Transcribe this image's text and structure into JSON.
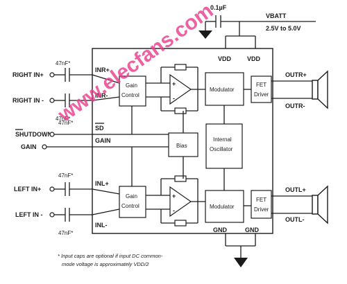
{
  "power": {
    "cap_label": "0.1µF",
    "vbatt_label": "VBATT",
    "vbatt_range": "2.5V to 5.0V",
    "vdd_left": "VDD",
    "vdd_right": "VDD",
    "gnd_left": "GND",
    "gnd_right": "GND"
  },
  "inputs": {
    "right_in_plus": "RIGHT IN+",
    "right_in_minus": "RIGHT IN -",
    "shutdown": "SHUTDOWN",
    "gain": "GAIN",
    "left_in_plus": "LEFT IN+",
    "left_in_minus": "LEFT IN -"
  },
  "caps": {
    "c1": "47nF*",
    "c2": "47nF*",
    "c3": "47nF*",
    "c4": "47nF*",
    "c5": "47nF*"
  },
  "pins": {
    "inr_plus": "INR+",
    "inr_minus": "INR-",
    "sd": "SD",
    "gain": "GAIN",
    "inl_plus": "INL+",
    "inl_minus": "INL-",
    "outr_plus": "OUTR+",
    "outr_minus": "OUTR-",
    "outl_plus": "OUTL+",
    "outl_minus": "OUTL-"
  },
  "blocks": {
    "gain_control_top_1": "Gain",
    "gain_control_top_2": "Control",
    "gain_control_bot_1": "Gain",
    "gain_control_bot_2": "Control",
    "modulator_top": "Modulator",
    "modulator_bot": "Modulator",
    "fet_top_1": "FET",
    "fet_top_2": "Driver",
    "fet_bot_1": "FET",
    "fet_bot_2": "Driver",
    "bias": "Bias",
    "osc_1": "Internal",
    "osc_2": "Oscillator",
    "amp_plus": "+",
    "amp_minus": "-"
  },
  "footnote": {
    "line1": "* Input caps are optional if input DC common-",
    "line2": "mode voltage is approximately VDD/2"
  },
  "watermark": "www.elecfans.com"
}
